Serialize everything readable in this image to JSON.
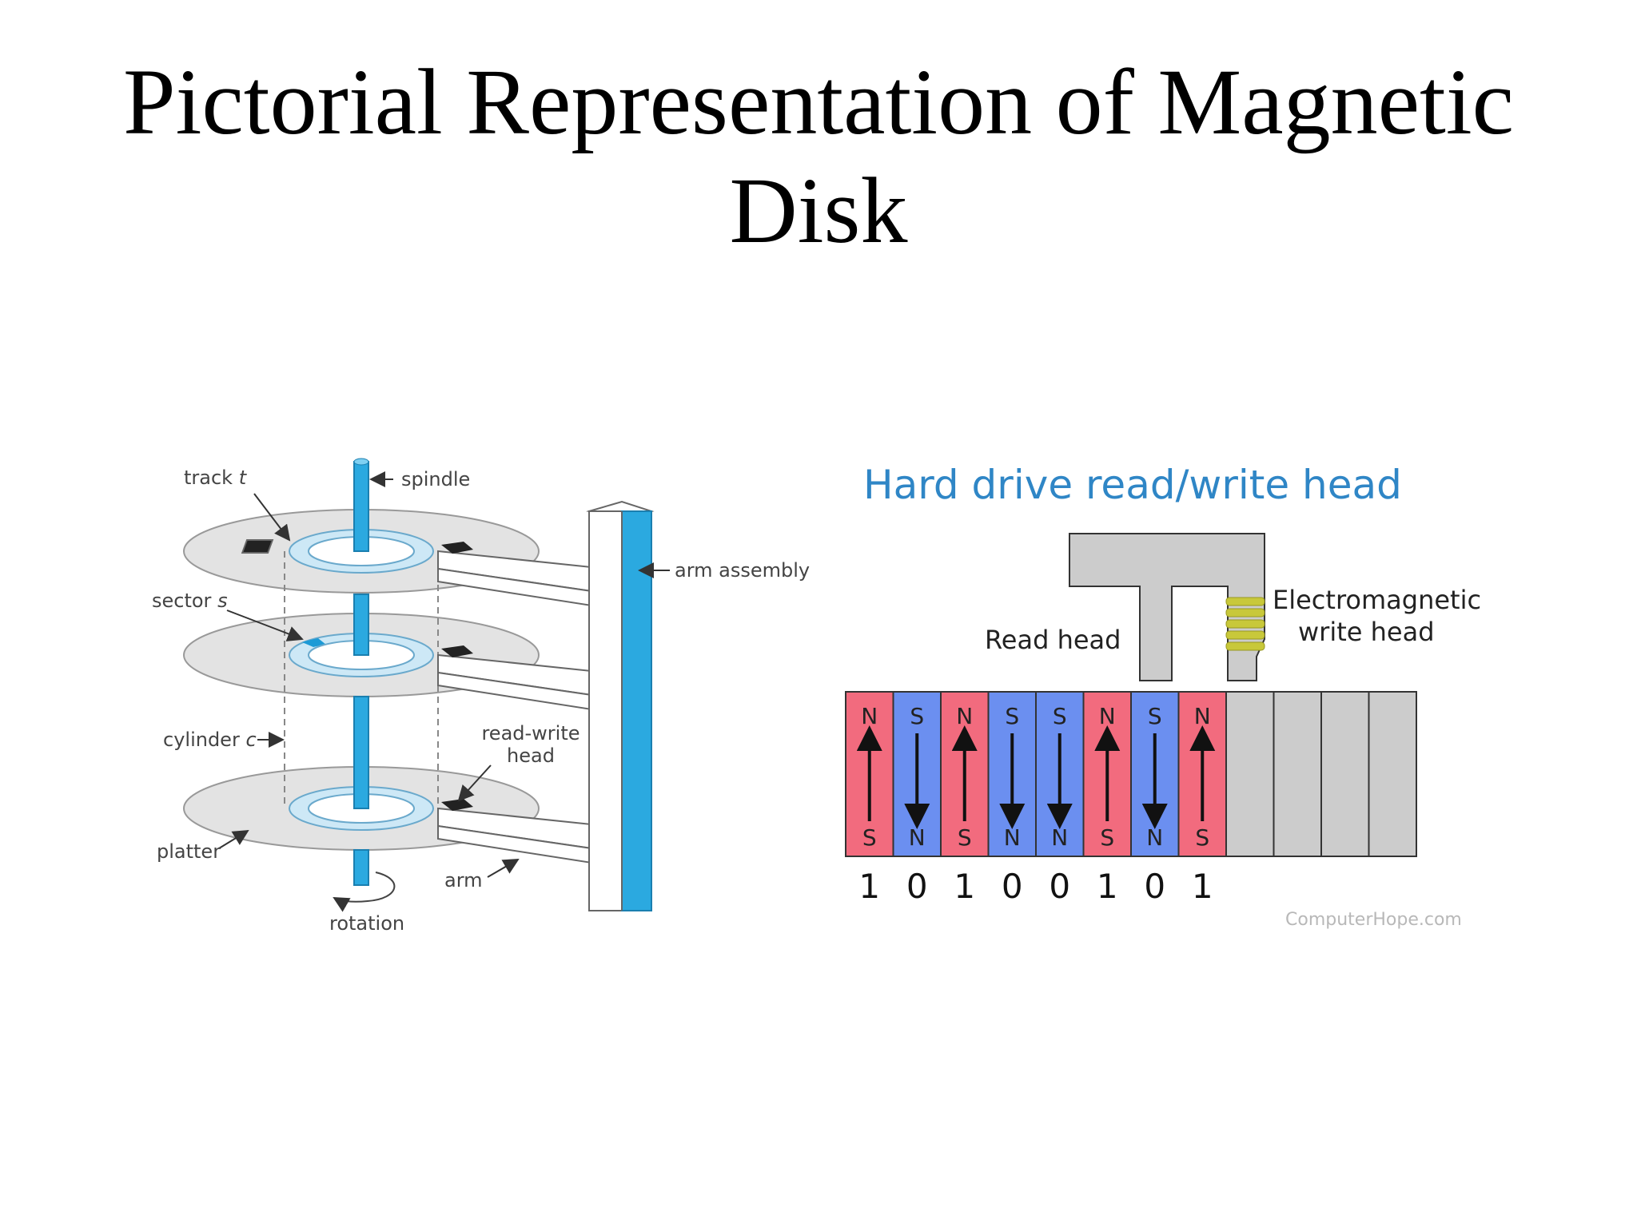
{
  "title": {
    "line1": "Pictorial Representation of Magnetic",
    "line2": "Disk"
  },
  "disk_diagram": {
    "labels": {
      "track": "track",
      "track_var": "t",
      "spindle": "spindle",
      "arm_assembly": "arm assembly",
      "sector": "sector",
      "sector_var": "s",
      "cylinder": "cylinder",
      "cylinder_var": "c",
      "read_write_line1": "read-write",
      "read_write_line2": "head",
      "platter": "platter",
      "arm": "arm",
      "rotation": "rotation"
    }
  },
  "head_diagram": {
    "title": "Hard drive read/write head",
    "read_head": "Read head",
    "write_head_line1": "Electromagnetic",
    "write_head_line2": "write head",
    "credit": "ComputerHope.com",
    "cells": [
      {
        "top": "N",
        "bottom": "S",
        "dir": "up",
        "bit": "1"
      },
      {
        "top": "S",
        "bottom": "N",
        "dir": "down",
        "bit": "0"
      },
      {
        "top": "N",
        "bottom": "S",
        "dir": "up",
        "bit": "1"
      },
      {
        "top": "S",
        "bottom": "N",
        "dir": "down",
        "bit": "0"
      },
      {
        "top": "S",
        "bottom": "N",
        "dir": "down",
        "bit": "0"
      },
      {
        "top": "N",
        "bottom": "S",
        "dir": "up",
        "bit": "1"
      },
      {
        "top": "S",
        "bottom": "N",
        "dir": "down",
        "bit": "0"
      },
      {
        "top": "N",
        "bottom": "S",
        "dir": "up",
        "bit": "1"
      }
    ],
    "empty_cells": 4,
    "colors": {
      "north_up": "#f26b7e",
      "south_up": "#6b8ff0",
      "empty": "#cccccc",
      "head": "#cccccc",
      "coil": "#c8c83a"
    }
  },
  "colors": {
    "spindle": "#2ba9e0",
    "track": "#cfe9f8",
    "sector": "#1c9ad6",
    "platter": "#e6e6e6"
  }
}
